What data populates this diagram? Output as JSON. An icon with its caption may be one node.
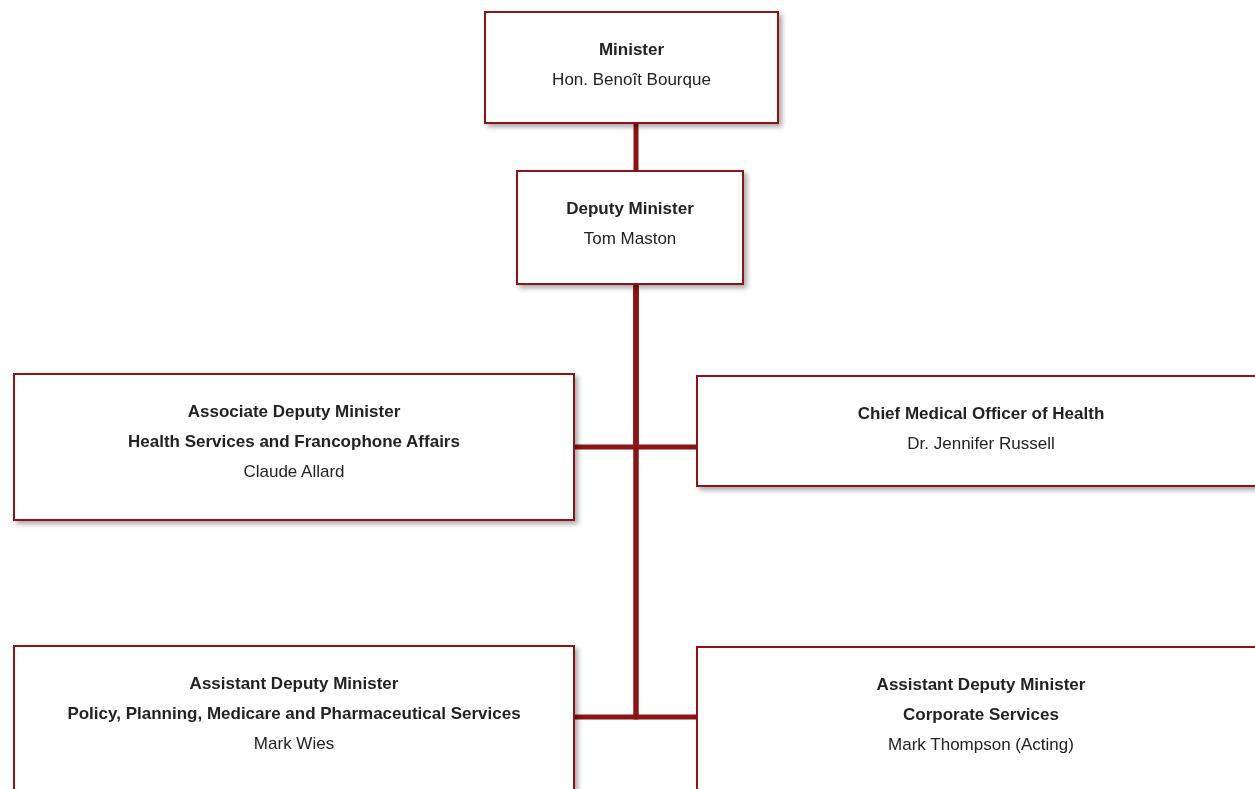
{
  "diagram": {
    "nodes": [
      {
        "text": [
          "Minister",
          "Hon. Benoît Bourque"
        ]
      },
      {
        "text": [
          "Deputy Minister",
          "Tom Maston"
        ]
      },
      {
        "text": [
          "Associate Deputy Minister",
          "Health Services and Francophone Affairs",
          "Claude Allard"
        ]
      },
      {
        "text": [
          "Chief Medical Officer of Health",
          "Dr. Jennifer Russell"
        ]
      },
      {
        "text": [
          "Assistant Deputy Minister",
          "Policy, Planning, Medicare and Pharmaceutical Services",
          "Mark Wies"
        ]
      },
      {
        "text": [
          "Assistant Deputy Minister",
          "Corporate Services",
          "Mark Thompson (Acting)"
        ]
      }
    ],
    "edges": [
      {
        "from": 0,
        "to": 1,
        "arrow": "none"
      },
      {
        "from": 1,
        "to": 2,
        "arrow": "none"
      },
      {
        "from": 1,
        "to": 3,
        "arrow": "none"
      },
      {
        "from": 1,
        "to": 4,
        "arrow": "none"
      },
      {
        "from": 1,
        "to": 5,
        "arrow": "none"
      }
    ]
  }
}
